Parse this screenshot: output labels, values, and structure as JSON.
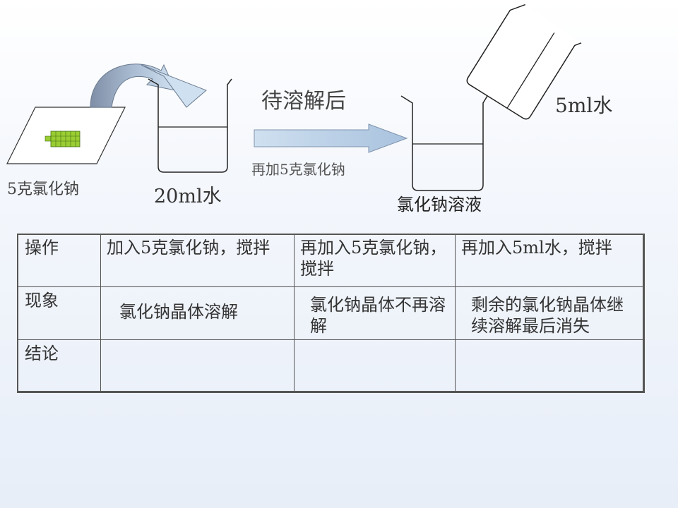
{
  "labels": {
    "salt_paper": "5克氯化钠",
    "beaker_water": "20ml水",
    "wait_dissolve": "待溶解后",
    "add_more_salt": "再加5克氯化钠",
    "solution": "氯化钠溶液",
    "add_water": "5ml水"
  },
  "table": {
    "rows": [
      {
        "head": "操作",
        "cells": [
          "加入5克氯化钠，搅拌",
          "再加入5克氯化钠，搅拌",
          "再加入5ml水，搅拌"
        ]
      },
      {
        "head": "现象",
        "cells": [
          "氯化钠晶体溶解",
          "氯化钠晶体不再溶解",
          "剩余的氯化钠晶体继续溶解最后消失"
        ]
      },
      {
        "head": "结论",
        "cells": [
          "",
          "",
          ""
        ]
      }
    ]
  },
  "colors": {
    "arrow_fill": "#bcd0e6",
    "arrow_dark": "#8da0b8",
    "grid_green": "#9acd32",
    "line": "#222222"
  }
}
